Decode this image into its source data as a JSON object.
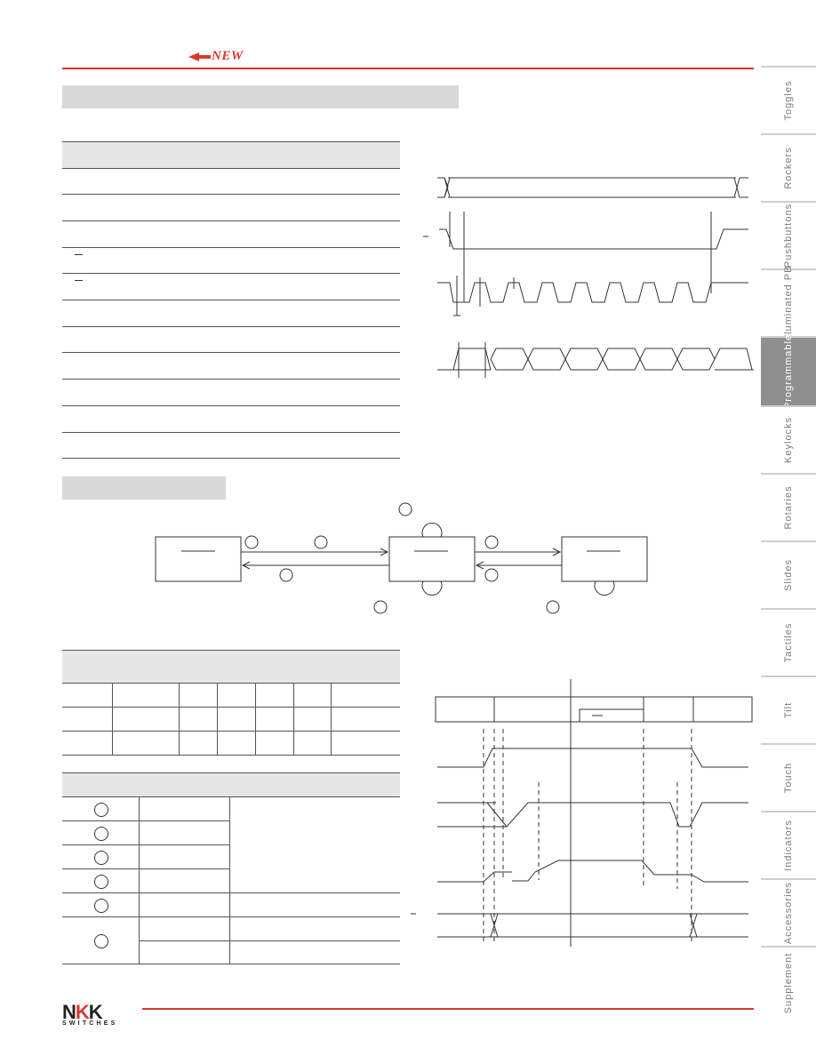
{
  "header": {
    "badge_text": "NEW",
    "accent_color": "#d9382c"
  },
  "side_tabs": [
    {
      "label": "Toggles"
    },
    {
      "label": "Rockers"
    },
    {
      "label": "Pushbuttons"
    },
    {
      "label": "Illuminated PB"
    },
    {
      "label": "Programmable"
    },
    {
      "label": "Keylocks"
    },
    {
      "label": "Rotaries"
    },
    {
      "label": "Slides"
    },
    {
      "label": "Tactiles"
    },
    {
      "label": "Tilt"
    },
    {
      "label": "Touch"
    },
    {
      "label": "Indicators"
    },
    {
      "label": "Accessories"
    },
    {
      "label": "Supplement"
    }
  ],
  "logo": {
    "top_letters": [
      "N",
      "K",
      "K"
    ],
    "bottom_text": "SWITCHES"
  }
}
